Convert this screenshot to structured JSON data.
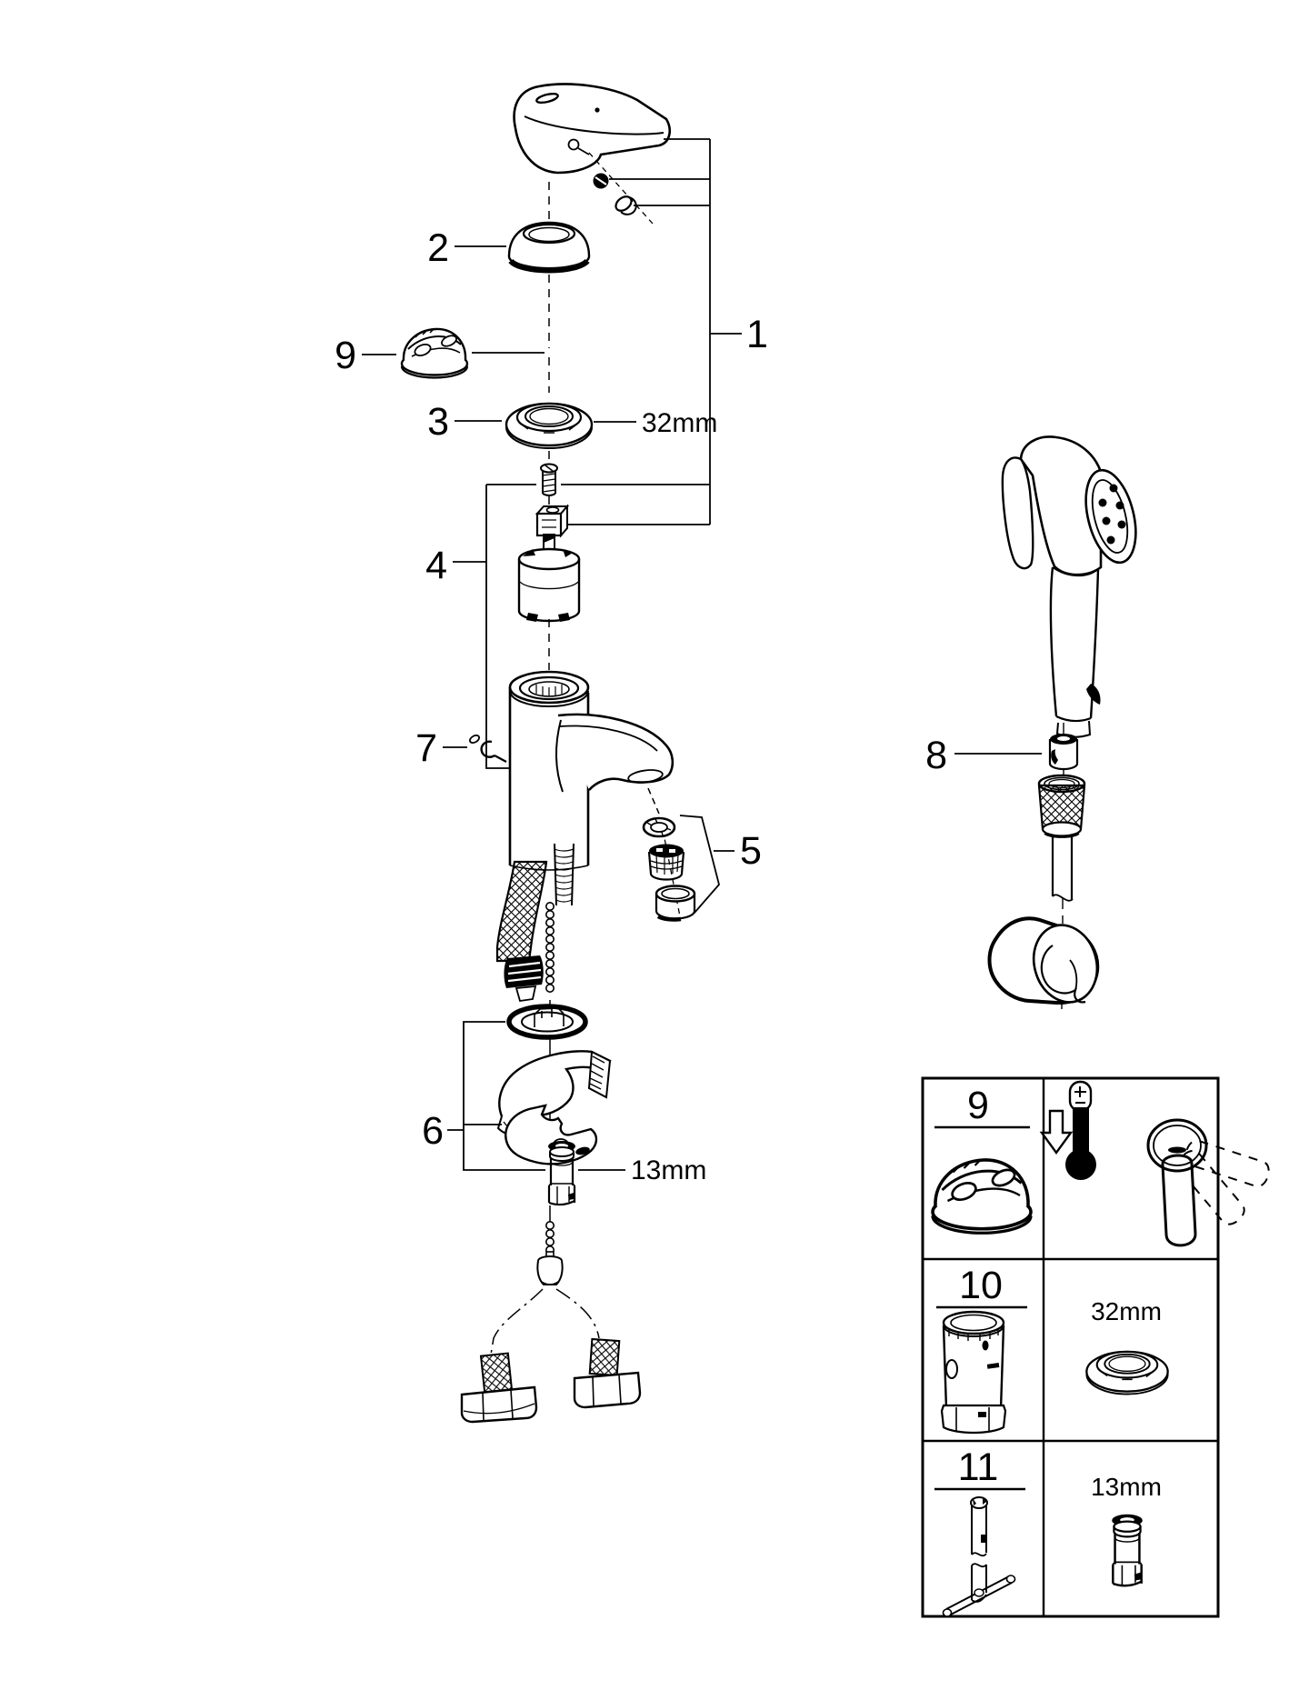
{
  "callouts": {
    "c1": "1",
    "c2": "2",
    "c3": "3",
    "c4": "4",
    "c5": "5",
    "c6": "6",
    "c7": "7",
    "c8": "8",
    "c9": "9"
  },
  "annotations": {
    "collar_nut_size": "32mm",
    "socket_size": "13mm"
  },
  "legend": {
    "rows": [
      {
        "ref": "9"
      },
      {
        "ref": "10",
        "size": "32mm"
      },
      {
        "ref": "11",
        "size": "13mm"
      }
    ]
  },
  "colors": {
    "line": "#000000",
    "background": "#ffffff"
  }
}
